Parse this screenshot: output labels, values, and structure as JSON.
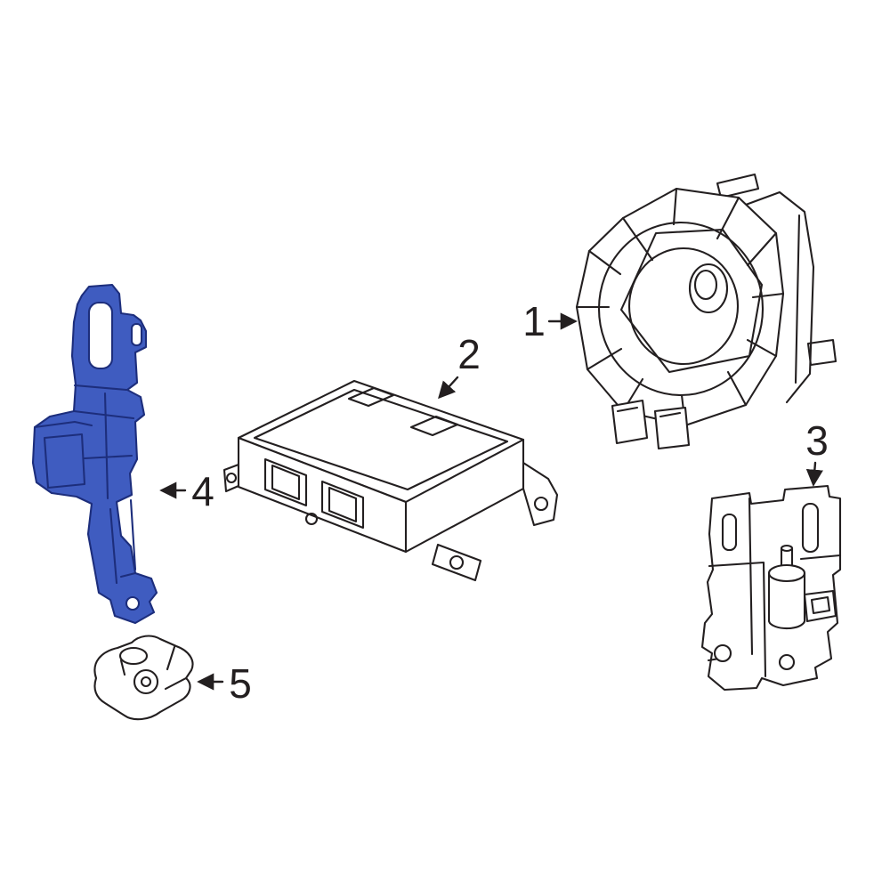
{
  "diagram": {
    "background": "#ffffff"
  },
  "colors": {
    "line": "#231f20",
    "highlight": "#3f5cc0",
    "highlight_stroke": "#1d2e7c",
    "label_text": "#231f20"
  },
  "callouts": [
    {
      "label": "1",
      "part": "clock-spring"
    },
    {
      "label": "2",
      "part": "srs-control-module"
    },
    {
      "label": "3",
      "part": "sensor-bracket"
    },
    {
      "label": "4",
      "part": "module-bracket-highlighted"
    },
    {
      "label": "5",
      "part": "impact-sensor"
    }
  ]
}
